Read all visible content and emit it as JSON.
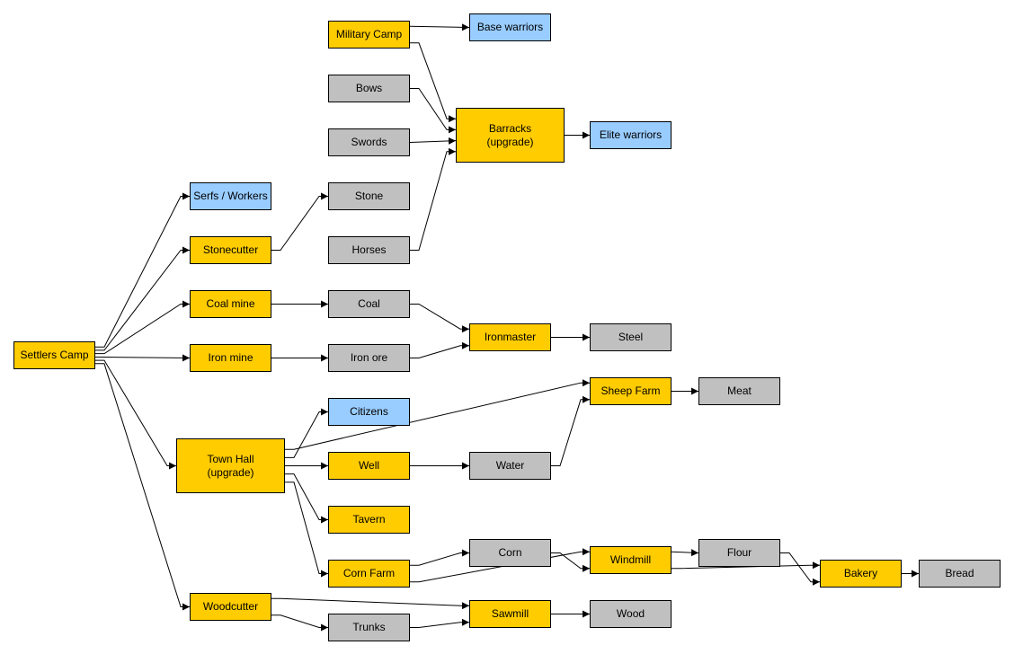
{
  "colors": {
    "building": "#ffcc00",
    "resource": "#c0c0c0",
    "unit": "#99ccff",
    "stroke": "#000000"
  },
  "nodes": {
    "settlers_camp": {
      "label": "Settlers Camp",
      "kind": "building"
    },
    "serfs_workers": {
      "label": "Serfs / Workers",
      "kind": "unit"
    },
    "stonecutter": {
      "label": "Stonecutter",
      "kind": "building"
    },
    "coal_mine": {
      "label": "Coal mine",
      "kind": "building"
    },
    "iron_mine": {
      "label": "Iron mine",
      "kind": "building"
    },
    "town_hall": {
      "label": "Town Hall\n(upgrade)",
      "kind": "building"
    },
    "woodcutter": {
      "label": "Woodcutter",
      "kind": "building"
    },
    "military_camp": {
      "label": "Military Camp",
      "kind": "building"
    },
    "bows": {
      "label": "Bows",
      "kind": "resource"
    },
    "swords": {
      "label": "Swords",
      "kind": "resource"
    },
    "stone": {
      "label": "Stone",
      "kind": "resource"
    },
    "horses": {
      "label": "Horses",
      "kind": "resource"
    },
    "coal": {
      "label": "Coal",
      "kind": "resource"
    },
    "iron_ore": {
      "label": "Iron ore",
      "kind": "resource"
    },
    "citizens": {
      "label": "Citizens",
      "kind": "unit"
    },
    "well": {
      "label": "Well",
      "kind": "building"
    },
    "tavern": {
      "label": "Tavern",
      "kind": "building"
    },
    "corn_farm": {
      "label": "Corn Farm",
      "kind": "building"
    },
    "trunks": {
      "label": "Trunks",
      "kind": "resource"
    },
    "base_warriors": {
      "label": "Base warriors",
      "kind": "unit"
    },
    "barracks": {
      "label": "Barracks\n(upgrade)",
      "kind": "building"
    },
    "ironmaster": {
      "label": "Ironmaster",
      "kind": "building"
    },
    "water": {
      "label": "Water",
      "kind": "resource"
    },
    "corn": {
      "label": "Corn",
      "kind": "resource"
    },
    "sawmill": {
      "label": "Sawmill",
      "kind": "building"
    },
    "elite_warriors": {
      "label": "Elite warriors",
      "kind": "unit"
    },
    "steel": {
      "label": "Steel",
      "kind": "resource"
    },
    "sheep_farm": {
      "label": "Sheep Farm",
      "kind": "building"
    },
    "windmill": {
      "label": "Windmill",
      "kind": "building"
    },
    "wood": {
      "label": "Wood",
      "kind": "resource"
    },
    "meat": {
      "label": "Meat",
      "kind": "resource"
    },
    "flour": {
      "label": "Flour",
      "kind": "resource"
    },
    "bakery": {
      "label": "Bakery",
      "kind": "building"
    },
    "bread": {
      "label": "Bread",
      "kind": "resource"
    }
  },
  "edges": [
    {
      "from": "settlers_camp",
      "to": "serfs_workers"
    },
    {
      "from": "settlers_camp",
      "to": "stonecutter"
    },
    {
      "from": "settlers_camp",
      "to": "coal_mine"
    },
    {
      "from": "settlers_camp",
      "to": "iron_mine"
    },
    {
      "from": "settlers_camp",
      "to": "town_hall"
    },
    {
      "from": "settlers_camp",
      "to": "woodcutter"
    },
    {
      "from": "stonecutter",
      "to": "stone"
    },
    {
      "from": "coal_mine",
      "to": "coal"
    },
    {
      "from": "iron_mine",
      "to": "iron_ore"
    },
    {
      "from": "coal",
      "to": "ironmaster"
    },
    {
      "from": "iron_ore",
      "to": "ironmaster"
    },
    {
      "from": "ironmaster",
      "to": "steel"
    },
    {
      "from": "military_camp",
      "to": "base_warriors"
    },
    {
      "from": "military_camp",
      "to": "barracks"
    },
    {
      "from": "bows",
      "to": "barracks"
    },
    {
      "from": "swords",
      "to": "barracks"
    },
    {
      "from": "horses",
      "to": "barracks"
    },
    {
      "from": "barracks",
      "to": "elite_warriors"
    },
    {
      "from": "town_hall",
      "to": "sheep_farm"
    },
    {
      "from": "town_hall",
      "to": "citizens"
    },
    {
      "from": "town_hall",
      "to": "well"
    },
    {
      "from": "town_hall",
      "to": "tavern"
    },
    {
      "from": "town_hall",
      "to": "corn_farm"
    },
    {
      "from": "well",
      "to": "water"
    },
    {
      "from": "water",
      "to": "sheep_farm"
    },
    {
      "from": "sheep_farm",
      "to": "meat"
    },
    {
      "from": "corn_farm",
      "to": "corn"
    },
    {
      "from": "corn_farm",
      "to": "windmill"
    },
    {
      "from": "corn",
      "to": "windmill"
    },
    {
      "from": "windmill",
      "to": "flour"
    },
    {
      "from": "windmill",
      "to": "bakery"
    },
    {
      "from": "flour",
      "to": "bakery"
    },
    {
      "from": "bakery",
      "to": "bread"
    },
    {
      "from": "woodcutter",
      "to": "sawmill"
    },
    {
      "from": "woodcutter",
      "to": "trunks"
    },
    {
      "from": "trunks",
      "to": "sawmill"
    },
    {
      "from": "sawmill",
      "to": "wood"
    }
  ]
}
